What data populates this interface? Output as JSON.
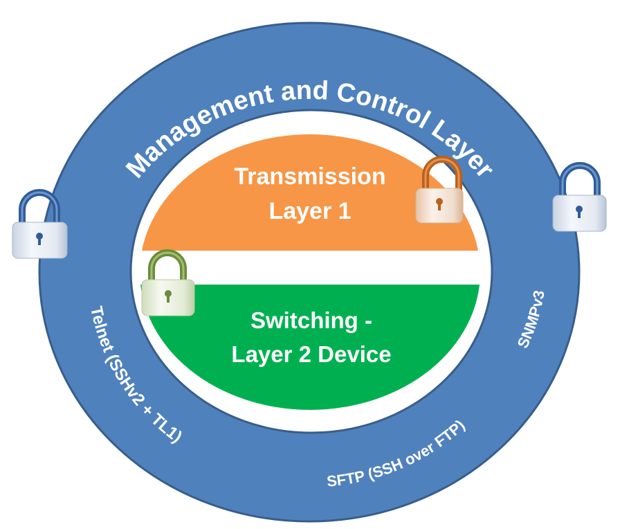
{
  "diagram": {
    "outer_ring": {
      "title": "Management and Control Layer",
      "protocols": {
        "left": "Telnet (SSHv2 + TL1)",
        "bottom": "SFTP (SSH over FTP)",
        "right": "SNMPv3"
      },
      "color": "#4F81BD",
      "stroke": "#385D8A"
    },
    "inner_top": {
      "line1": "Transmission",
      "line2": "Layer 1",
      "color": "#F79646"
    },
    "inner_bottom": {
      "line1": "Switching  -",
      "line2": "Layer 2 Device",
      "color": "#00B050"
    },
    "locks": [
      {
        "name": "management-lock-left",
        "color": "blue"
      },
      {
        "name": "management-lock-right",
        "color": "blue"
      },
      {
        "name": "transmission-lock",
        "color": "orange"
      },
      {
        "name": "switching-lock",
        "color": "green"
      }
    ]
  }
}
